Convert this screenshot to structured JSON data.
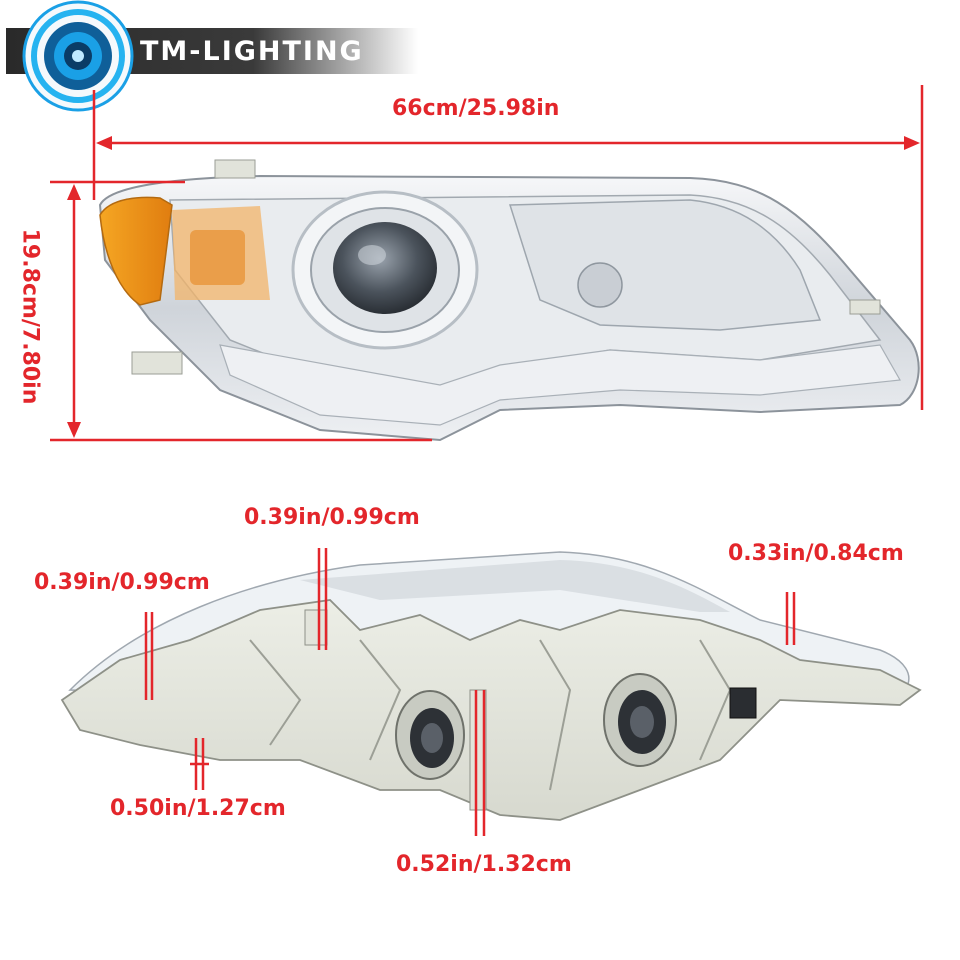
{
  "brand": {
    "name": "TM-LIGHTING",
    "logo_icon": "headlight-lens-logo-icon",
    "accent_color": "#1aa0e6"
  },
  "dimensions": {
    "length": "66cm/25.98in",
    "height": "19.8cm/7.80in",
    "mount_top_left": "0.39in/0.99cm",
    "mount_top_center": "0.39in/0.99cm",
    "mount_top_right": "0.33in/0.84cm",
    "mount_bottom_left": "0.50in/1.27cm",
    "mount_bottom_center": "0.52in/1.32cm"
  },
  "colors": {
    "dimension_red": "#e3262b",
    "amber": "#f39a1b",
    "chrome": "#d9dde2",
    "housing": "#e6e6dc"
  }
}
